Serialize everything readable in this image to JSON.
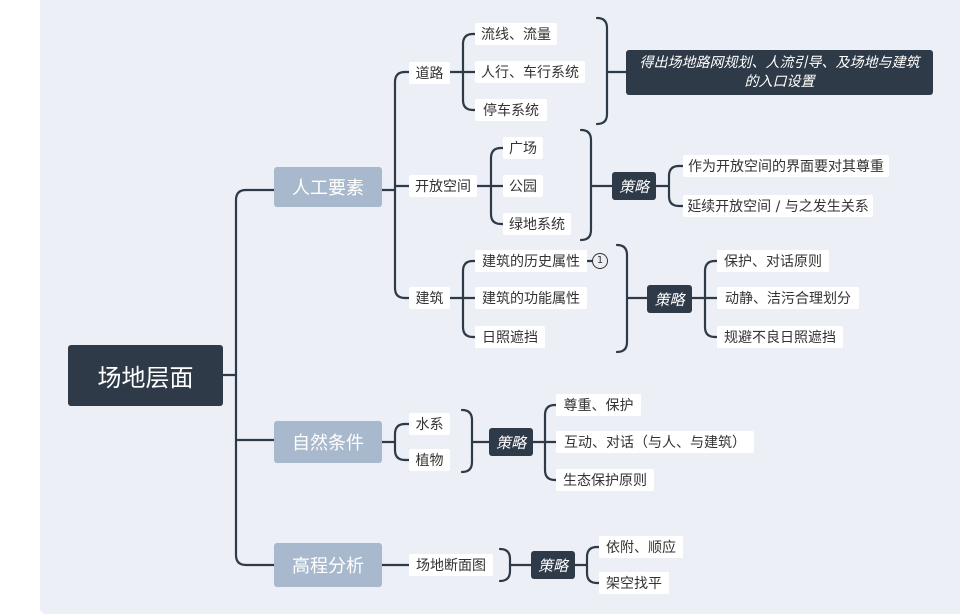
{
  "root": "场地层面",
  "branches": {
    "artificial": {
      "label": "人工要素",
      "road": {
        "label": "道路",
        "items": [
          "流线、流量",
          "人行、车行系统",
          "停车系统"
        ],
        "summary": "得出场地路网规划、人流引导、及场地与建筑的入口设置"
      },
      "open_space": {
        "label": "开放空间",
        "items": [
          "广场",
          "公园",
          "绿地系统"
        ],
        "strategy": "策略",
        "strategies": [
          "作为开放空间的界面要对其尊重",
          "延续开放空间 / 与之发生关系"
        ]
      },
      "building": {
        "label": "建筑",
        "items": [
          "建筑的历史属性",
          "建筑的功能属性",
          "日照遮挡"
        ],
        "marker": "1",
        "strategy": "策略",
        "strategies": [
          "保护、对话原则",
          "动静、洁污合理划分",
          "规避不良日照遮挡"
        ]
      }
    },
    "natural": {
      "label": "自然条件",
      "items": [
        "水系",
        "植物"
      ],
      "strategy": "策略",
      "strategies": [
        "尊重、保护",
        "互动、对话（与人、与建筑）",
        "生态保护原则"
      ]
    },
    "elevation": {
      "label": "高程分析",
      "items": [
        "场地断面图"
      ],
      "strategy": "策略",
      "strategies": [
        "依附、顺应",
        "架空找平"
      ]
    }
  }
}
